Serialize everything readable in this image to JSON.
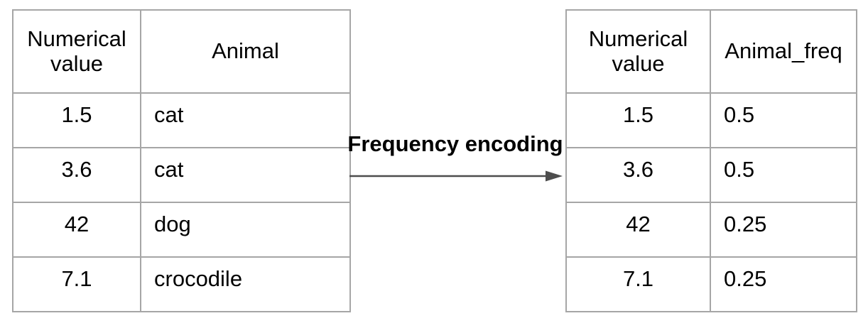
{
  "diagram": {
    "arrow_label": "Frequency encoding",
    "colors": {
      "table_border": "#a6a6a6",
      "arrow": "#4d4d4d",
      "text": "#000000",
      "background": "#ffffff"
    },
    "left_table": {
      "headers": [
        "Numerical value",
        "Animal"
      ],
      "rows": [
        [
          "1.5",
          "cat"
        ],
        [
          "3.6",
          "cat"
        ],
        [
          "42",
          "dog"
        ],
        [
          "7.1",
          "crocodile"
        ]
      ]
    },
    "right_table": {
      "headers": [
        "Numerical value",
        "Animal_freq"
      ],
      "rows": [
        [
          "1.5",
          "0.5"
        ],
        [
          "3.6",
          "0.5"
        ],
        [
          "42",
          "0.25"
        ],
        [
          "7.1",
          "0.25"
        ]
      ]
    }
  }
}
